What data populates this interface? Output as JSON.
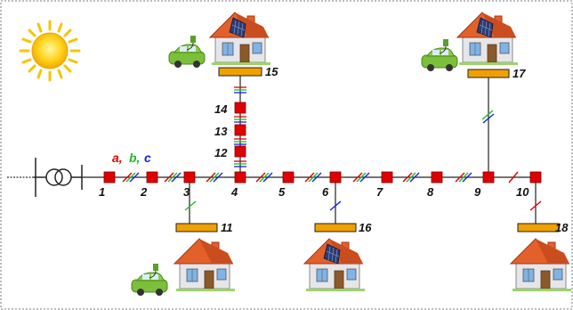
{
  "diagram": {
    "phase_labels": {
      "a": "a,",
      "b": "b,",
      "c": "c"
    },
    "bus_labels": {
      "n1": "1",
      "n2": "2",
      "n3": "3",
      "n4": "4",
      "n5": "5",
      "n6": "6",
      "n7": "7",
      "n8": "8",
      "n9": "9",
      "n10": "10",
      "n11": "11",
      "n12": "12",
      "n13": "13",
      "n14": "14",
      "n15": "15",
      "n16": "16",
      "n17": "17",
      "n18": "18"
    },
    "colors": {
      "bus": "#e00000",
      "load_bar": "#f0a000",
      "phase_a": "#e00000",
      "phase_b": "#22bb22",
      "phase_c": "#1a22dd",
      "house_roof": "#e05a20",
      "house_wall": "#e0e0e0",
      "car": "#7bbf3a"
    },
    "icons": [
      "sun-icon",
      "transformer-icon",
      "house-icon",
      "house-with-solar-icon",
      "electric-car-icon"
    ]
  }
}
